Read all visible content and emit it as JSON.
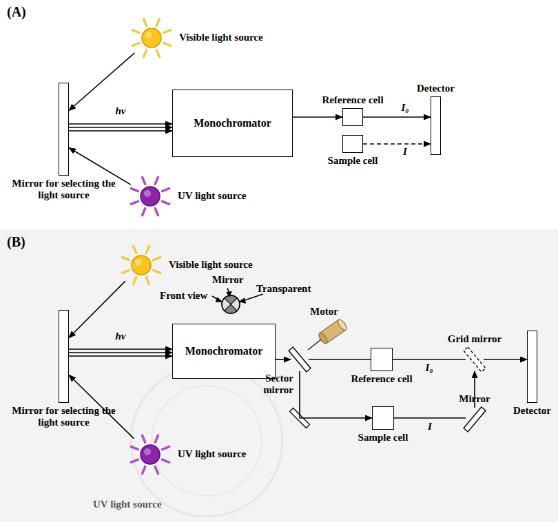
{
  "diagram": {
    "nodes": [
      {
        "text": [
          "Visible light source"
        ]
      },
      {
        "text": [
          "Mirror for selecting the light source"
        ]
      },
      {
        "text": [
          "Monochromator"
        ]
      },
      {
        "text": [
          "Reference cell"
        ]
      },
      {
        "text": [
          "Detector"
        ]
      },
      {
        "text": [
          "Sample cell"
        ]
      },
      {
        "text": [
          "UV light source"
        ]
      },
      {
        "text": [
          "Visible light source"
        ]
      },
      {
        "text": [
          "Mirror for selecting the light source"
        ]
      },
      {
        "text": [
          "Monochromator"
        ]
      },
      {
        "text": [
          "Sector mirror"
        ]
      },
      {
        "text": [
          "Reference cell"
        ]
      },
      {
        "text": [
          "Grid mirror"
        ]
      },
      {
        "text": [
          "Detector"
        ]
      },
      {
        "text": [
          "Sample cell"
        ]
      },
      {
        "text": [
          "Mirror"
        ]
      },
      {
        "text": [
          "UV light source"
        ]
      }
    ],
    "edges": [
      {
        "from": 0,
        "to": 1,
        "arrow": "to"
      },
      {
        "from": 6,
        "to": 1,
        "arrow": "to"
      },
      {
        "from": 1,
        "to": 2,
        "arrow": "to",
        "label": "hν"
      },
      {
        "from": 2,
        "to": 3,
        "arrow": "to"
      },
      {
        "from": 3,
        "to": 4,
        "arrow": "to",
        "label": "I₀"
      },
      {
        "from": 5,
        "to": 4,
        "arrow": "to",
        "label": "I"
      },
      {
        "from": 7,
        "to": 8,
        "arrow": "to"
      },
      {
        "from": 16,
        "to": 8,
        "arrow": "to"
      },
      {
        "from": 8,
        "to": 9,
        "arrow": "to",
        "label": "hν"
      },
      {
        "from": 9,
        "to": 10,
        "arrow": "to"
      },
      {
        "from": 10,
        "to": 11,
        "arrow": "none"
      },
      {
        "from": 11,
        "to": 12,
        "arrow": "none",
        "label": "I₀"
      },
      {
        "from": 12,
        "to": 13,
        "arrow": "to"
      },
      {
        "from": 10,
        "to": 14,
        "arrow": "to"
      },
      {
        "from": 14,
        "to": 15,
        "arrow": "none",
        "label": "I"
      },
      {
        "from": 15,
        "to": 12,
        "arrow": "to"
      }
    ],
    "labels": [
      "(A)",
      "(B)",
      "Mirror",
      "Front view",
      "Transparent",
      "Motor",
      "UV light source"
    ]
  }
}
